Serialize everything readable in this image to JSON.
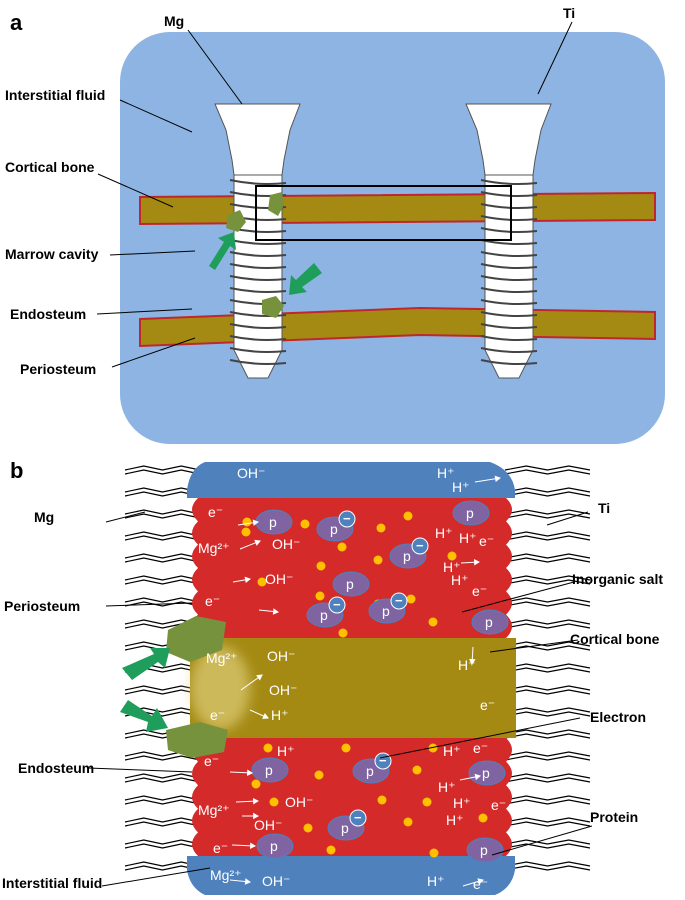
{
  "panel_a": {
    "letter": "a",
    "screw_left": "Mg",
    "screw_right": "Ti",
    "labels": {
      "interstitial_fluid": "Interstitial fluid",
      "cortical_bone": "Cortical bone",
      "marrow_cavity": "Marrow cavity",
      "endosteum": "Endosteum",
      "periosteum": "Periosteum"
    }
  },
  "panel_b": {
    "letter": "b",
    "side_left": "Mg",
    "side_right": "Ti",
    "labels": {
      "periosteum": "Periosteum",
      "endosteum": "Endosteum",
      "interstitial_fluid": "Interstitial fluid",
      "inorganic_salt": "Inorganic salt",
      "cortical_bone": "Cortical bone",
      "electron": "Electron",
      "protein": "Protein"
    },
    "species": {
      "oh": "OH⁻",
      "h": "H⁺",
      "e": "e⁻",
      "mg": "Mg²⁺",
      "protein": "p",
      "minus": "−"
    }
  },
  "colors": {
    "fluid_blue": "#8db4e2",
    "bone_ochre": "#a48a13",
    "bone_edge": "#c0272d",
    "marrow_red": "#d42a2a",
    "channel_blue": "#4f81bd",
    "corrosion_green": "#76923c",
    "arrow_green": "#1e9e5a",
    "protein_purple": "#8064a2",
    "salt_yellow": "#ffc000"
  }
}
